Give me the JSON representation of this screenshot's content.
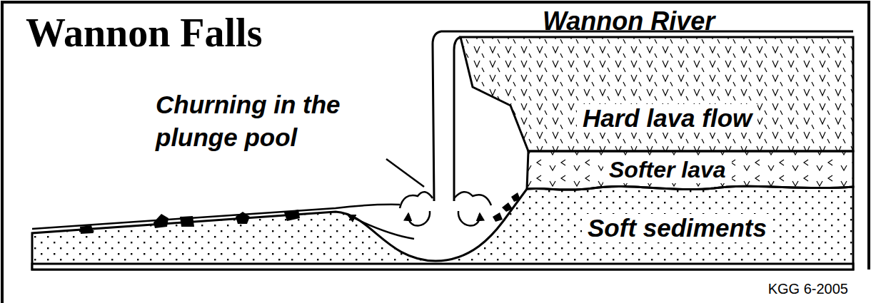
{
  "diagram": {
    "title": "Wannon Falls",
    "nodes": [
      {
        "text": [
          "Hard lava flow"
        ]
      },
      {
        "text": [
          "Softer lava"
        ]
      },
      {
        "text": [
          "Soft sediments"
        ]
      }
    ],
    "labels": [
      "Wannon River",
      "Churning in the plunge pool",
      "KGG 6-2005"
    ]
  }
}
